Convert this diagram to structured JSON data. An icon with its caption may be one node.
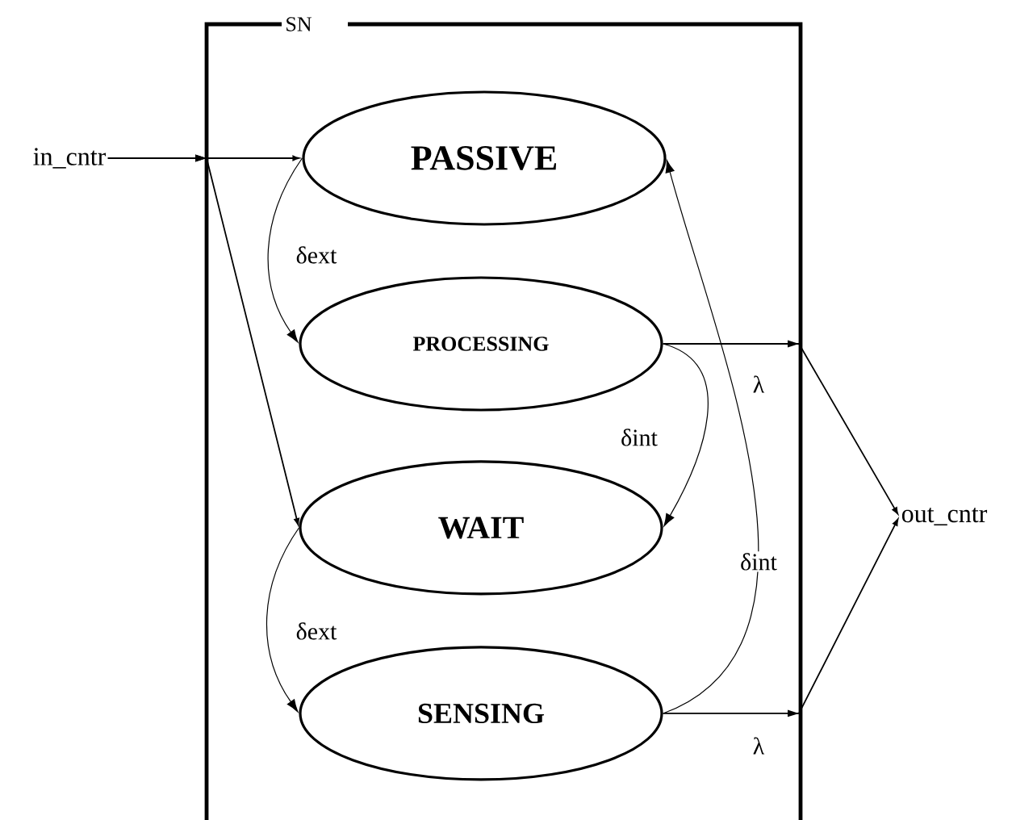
{
  "diagram": {
    "nodes": [
      {
        "text": [
          "SN"
        ]
      },
      {
        "text": [
          "in_cntr"
        ]
      },
      {
        "text": [
          "PASSIVE"
        ],
        "in": 0
      },
      {
        "text": [
          "PROCESSING"
        ],
        "in": 0
      },
      {
        "text": [
          "WAIT"
        ],
        "in": 0
      },
      {
        "text": [
          "SENSING"
        ],
        "in": 0
      },
      {
        "text": [
          "out_cntr"
        ]
      }
    ],
    "edges": [
      {
        "from": 1,
        "to": 2,
        "arrow": "to"
      },
      {
        "from": 1,
        "to": 4,
        "arrow": "to"
      },
      {
        "from": 2,
        "to": 3,
        "arrow": "to",
        "label": "δext"
      },
      {
        "from": 3,
        "to": 4,
        "arrow": "to",
        "label": "δint"
      },
      {
        "from": 4,
        "to": 5,
        "arrow": "to",
        "label": "δext"
      },
      {
        "from": 5,
        "to": 2,
        "arrow": "to",
        "label": "δint"
      },
      {
        "from": 3,
        "to": 6,
        "arrow": "to",
        "label": "λ"
      },
      {
        "from": 5,
        "to": 6,
        "arrow": "to",
        "label": "λ"
      }
    ]
  }
}
